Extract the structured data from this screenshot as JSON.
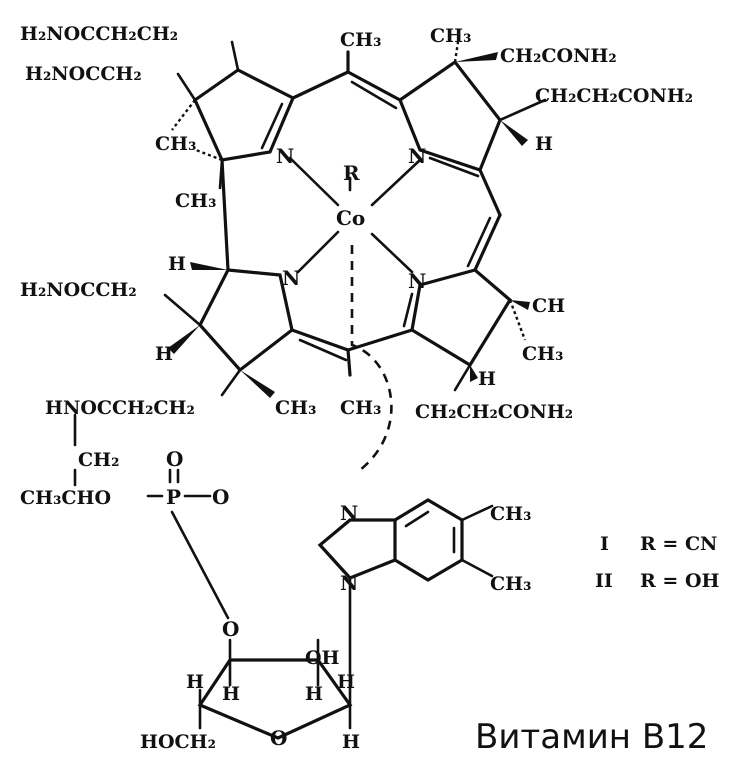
{
  "diagram": {
    "caption": "Витамин B12",
    "legend": [
      {
        "numeral": "I",
        "text": "R = CN"
      },
      {
        "numeral": "II",
        "text": "R = OH"
      }
    ],
    "labels": {
      "h2noccch2ch2_top": "H₂NOCCH₂CH₂",
      "h2noccch2_top": "H₂NOCCH₂",
      "ch3_left_a": "CH₃",
      "ch3_left_b": "CH₃",
      "ch3_top_mid": "CH₃",
      "ch3_top_right": "CH₃",
      "ch2conh2_right": "CH₂CONH₂",
      "ch2ch2conh2_right": "CH₂CH₂CONH₂",
      "h_right": "H",
      "n_top_left": "N",
      "n_top_right": "N",
      "n_bot_left": "N",
      "n_bot_right": "N",
      "r_label": "R",
      "co_label": "Co",
      "h_left": "H",
      "h2noccch2_left": "H₂NOCCH₂",
      "h_left_low": "H",
      "ch_right": "CH",
      "ch3_right_low": "CH₃",
      "h_bot_right": "H",
      "hnoccch2ch2": "HNOCCH₂CH₂",
      "ch3_bot_a": "CH₃",
      "ch3_bot_b": "CH₃",
      "ch2ch2conh2_bot": "CH₂CH₂CONH₂",
      "ch2_chain": "CH₂",
      "ch3cho": "CH₃CHO",
      "p_atom": "P",
      "o_top": "O",
      "o_right": "O",
      "n_bzim_top": "N",
      "n_bzim_bot": "N",
      "ch3_bzim_a": "CH₃",
      "ch3_bzim_b": "CH₃",
      "o_sugar_left": "O",
      "oh_sugar": "OH",
      "h_sugar_a": "H",
      "h_sugar_b": "H",
      "h_sugar_c": "H",
      "h_sugar_d": "H",
      "hoch2": "HOCH₂",
      "o_ring": "O",
      "h_sugar_e": "H"
    }
  }
}
